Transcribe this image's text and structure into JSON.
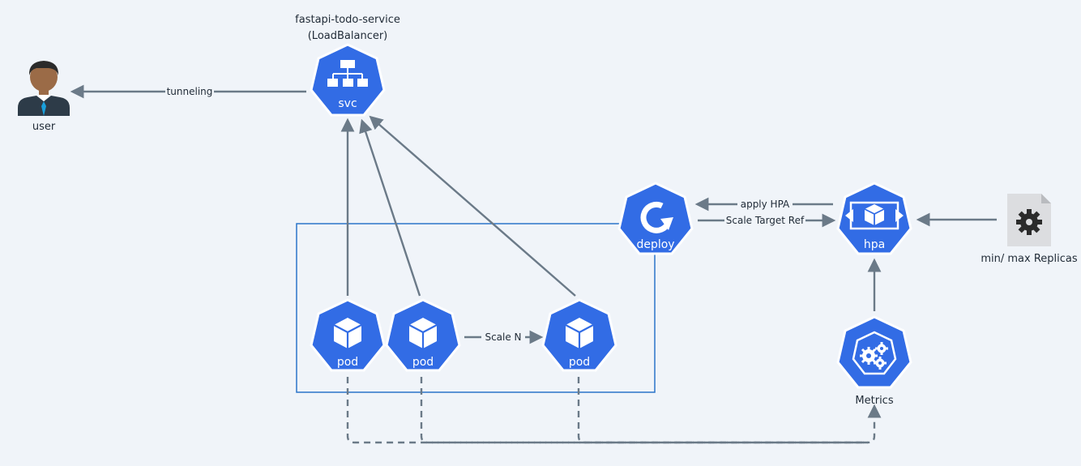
{
  "nodes": {
    "user": {
      "label": "user"
    },
    "service": {
      "title_line1": "fastapi-todo-service",
      "title_line2": "(LoadBalancer)",
      "badge": "svc"
    },
    "deploy": {
      "badge": "deploy"
    },
    "hpa": {
      "badge": "hpa"
    },
    "config": {
      "label": "min/ max Replicas",
      "icon": "gear-document-icon"
    },
    "metrics": {
      "label": "Metrics",
      "icon": "gears-icon"
    },
    "pods": [
      {
        "badge": "pod"
      },
      {
        "badge": "pod"
      },
      {
        "badge": "pod"
      }
    ]
  },
  "edges": {
    "tunneling": "tunneling",
    "apply_hpa": "apply HPA",
    "scale_target_ref": "Scale Target Ref",
    "scale_n": "Scale N"
  },
  "colors": {
    "k8s_blue": "#326ce5",
    "arrow": "#6b7a88",
    "box": "#2a75c9",
    "background": "#f0f4f9"
  }
}
